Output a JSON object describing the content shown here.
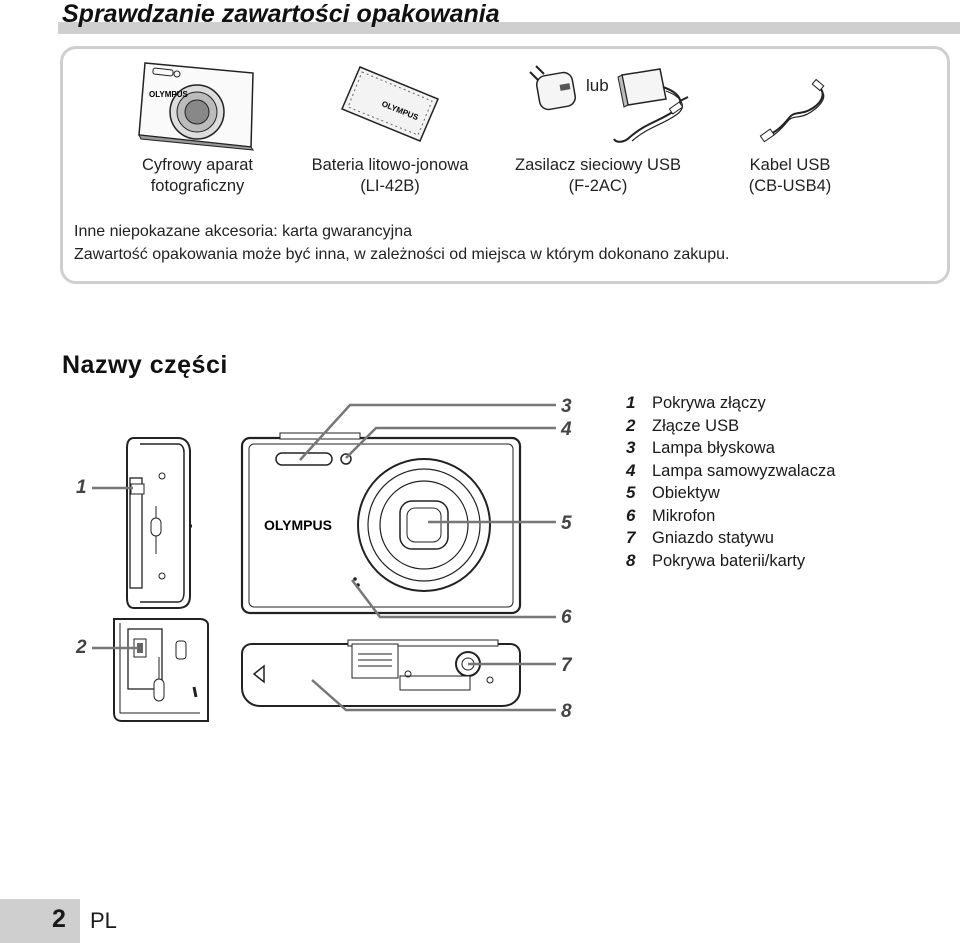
{
  "header": {
    "title": "Sprawdzanie zawartości opakowania"
  },
  "package": {
    "items": [
      {
        "line1": "Cyfrowy aparat",
        "line2": "fotograficzny"
      },
      {
        "line1": "Bateria litowo-jonowa",
        "line2": "(LI-42B)"
      },
      {
        "line1": "Zasilacz sieciowy USB",
        "line2": "(F-2AC)"
      },
      {
        "line1": "Kabel USB",
        "line2": "(CB-USB4)"
      }
    ],
    "or_label": "lub",
    "camera_brand": "OLYMPUS",
    "battery_brand": "OLYMPUS",
    "note_line1": "Inne niepokazane akcesoria: karta gwarancyjna",
    "note_line2": "Zawartość opakowania może być inna, w zależności od miejsca w którym dokonano zakupu."
  },
  "parts": {
    "title": "Nazwy części",
    "camera_brand": "OLYMPUS",
    "items": [
      {
        "num": "1",
        "label": "Pokrywa złączy"
      },
      {
        "num": "2",
        "label": "Złącze USB"
      },
      {
        "num": "3",
        "label": "Lampa błyskowa"
      },
      {
        "num": "4",
        "label": "Lampa samowyzwalacza"
      },
      {
        "num": "5",
        "label": "Obiektyw"
      },
      {
        "num": "6",
        "label": "Mikrofon"
      },
      {
        "num": "7",
        "label": "Gniazdo statywu"
      },
      {
        "num": "8",
        "label": "Pokrywa baterii/karty"
      }
    ],
    "callouts": [
      "1",
      "2",
      "3",
      "4",
      "5",
      "6",
      "7",
      "8"
    ]
  },
  "footer": {
    "page_number": "2",
    "language": "PL"
  }
}
